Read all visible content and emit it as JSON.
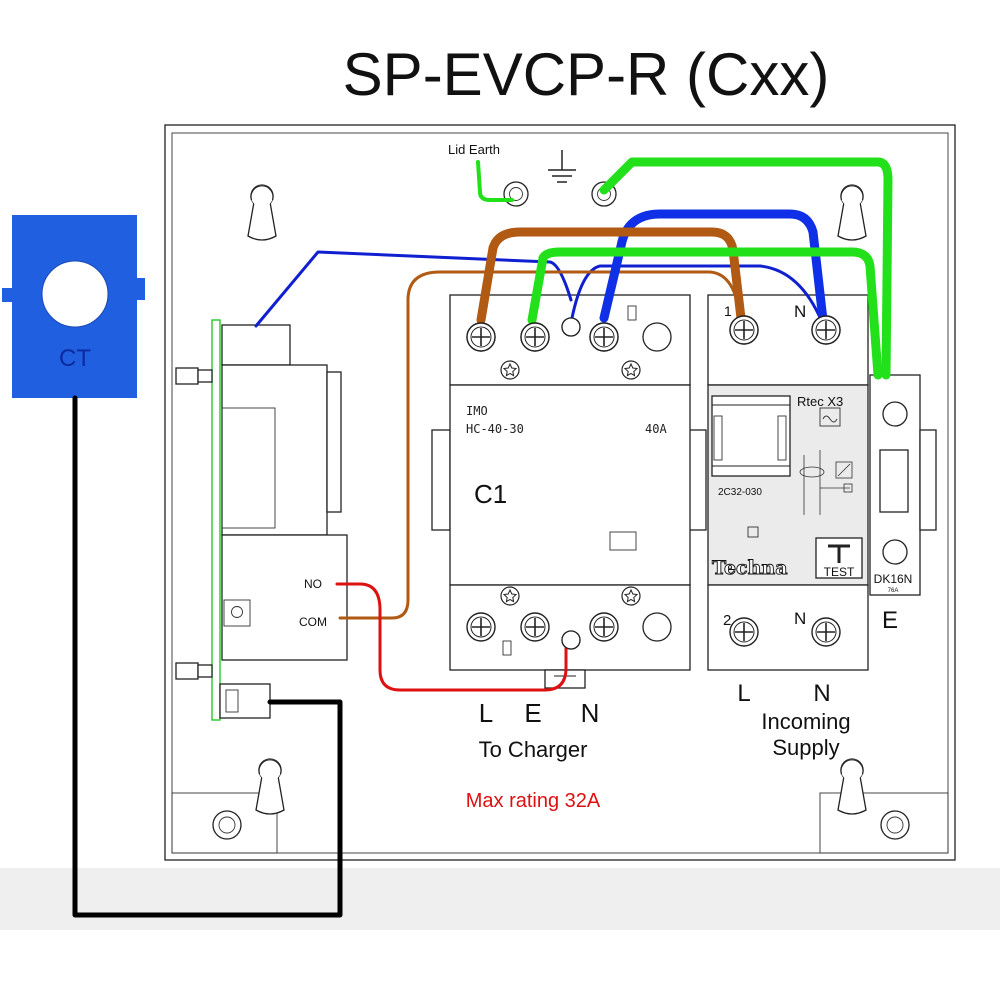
{
  "title": "SP-EVCP-R (Cxx)",
  "ct": {
    "label": "CT"
  },
  "lid_earth": "Lid Earth",
  "relay": {
    "no_label": "NO",
    "com_label": "COM"
  },
  "contactor": {
    "brand": "IMO",
    "model": "HC-40-30",
    "rating": "40A",
    "designation": "C1",
    "outputs": [
      "L",
      "E",
      "N"
    ],
    "caption": "To Charger"
  },
  "rcd": {
    "model": "Rtec X3",
    "part": "2C32-030",
    "brand": "Techna",
    "test": "TEST",
    "top_terminals": [
      "1",
      "N"
    ],
    "bottom_terminals": [
      "2",
      "N"
    ]
  },
  "earth_block": {
    "model": "DK16N",
    "rating": "76A",
    "label": "E"
  },
  "incoming": {
    "labels": [
      "L",
      "N"
    ],
    "caption_line1": "Incoming",
    "caption_line2": "Supply"
  },
  "max_rating": "Max rating 32A",
  "colors": {
    "ct_blue": "#2060e0",
    "wire_blue": "#1020d0",
    "wire_brown": "#b05a14",
    "wire_green": "#22e01a",
    "wire_red": "#dd1111",
    "wire_black": "#000000",
    "warning_red": "#dd1111"
  }
}
